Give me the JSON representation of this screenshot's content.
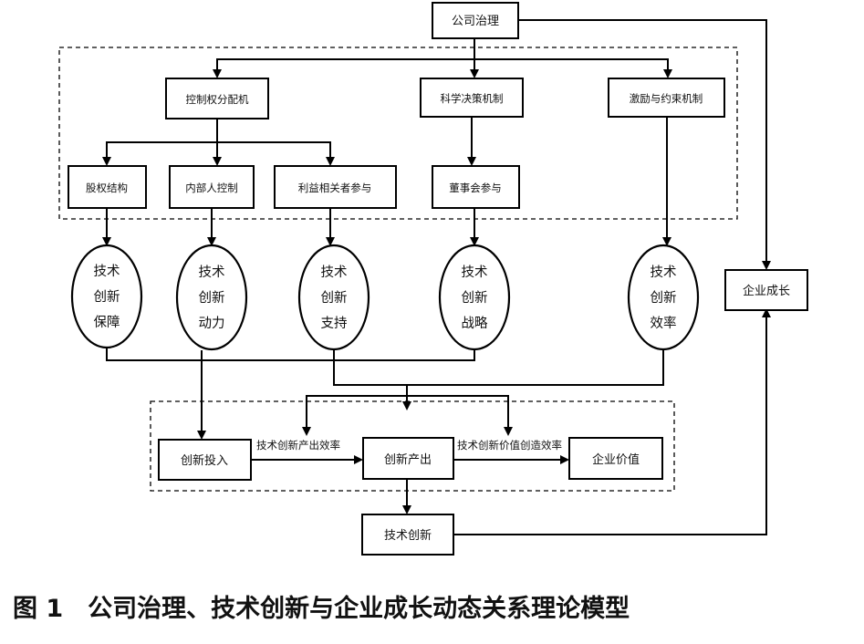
{
  "diagram": {
    "nodes": {
      "corp_gov": "公司治理",
      "control": "控制权分配机",
      "sci_decision": "科学决策机制",
      "incentive": "激励与约束机制",
      "equity": "股权结构",
      "insider": "内部人控制",
      "stakeholder": "利益相关者参与",
      "board": "董事会参与",
      "enterprise_growth": "企业成长",
      "tech_innovation": "技术创新",
      "innovation_input": "创新投入",
      "innovation_output": "创新产出",
      "enterprise_value": "企业价值"
    },
    "ovals": {
      "guarantee": [
        "技术",
        "创新",
        "保障"
      ],
      "motivation": [
        "技术",
        "创新",
        "动力"
      ],
      "support": [
        "技术",
        "创新",
        "支持"
      ],
      "strategy": [
        "技术",
        "创新",
        "战略"
      ],
      "efficiency": [
        "技术",
        "创新",
        "效率"
      ]
    },
    "edge_labels": {
      "output_efficiency": "技术创新产出效率",
      "value_efficiency": "技术创新价值创造效率"
    }
  },
  "caption": "图 1　公司治理、技术创新与企业成长动态关系理论模型"
}
